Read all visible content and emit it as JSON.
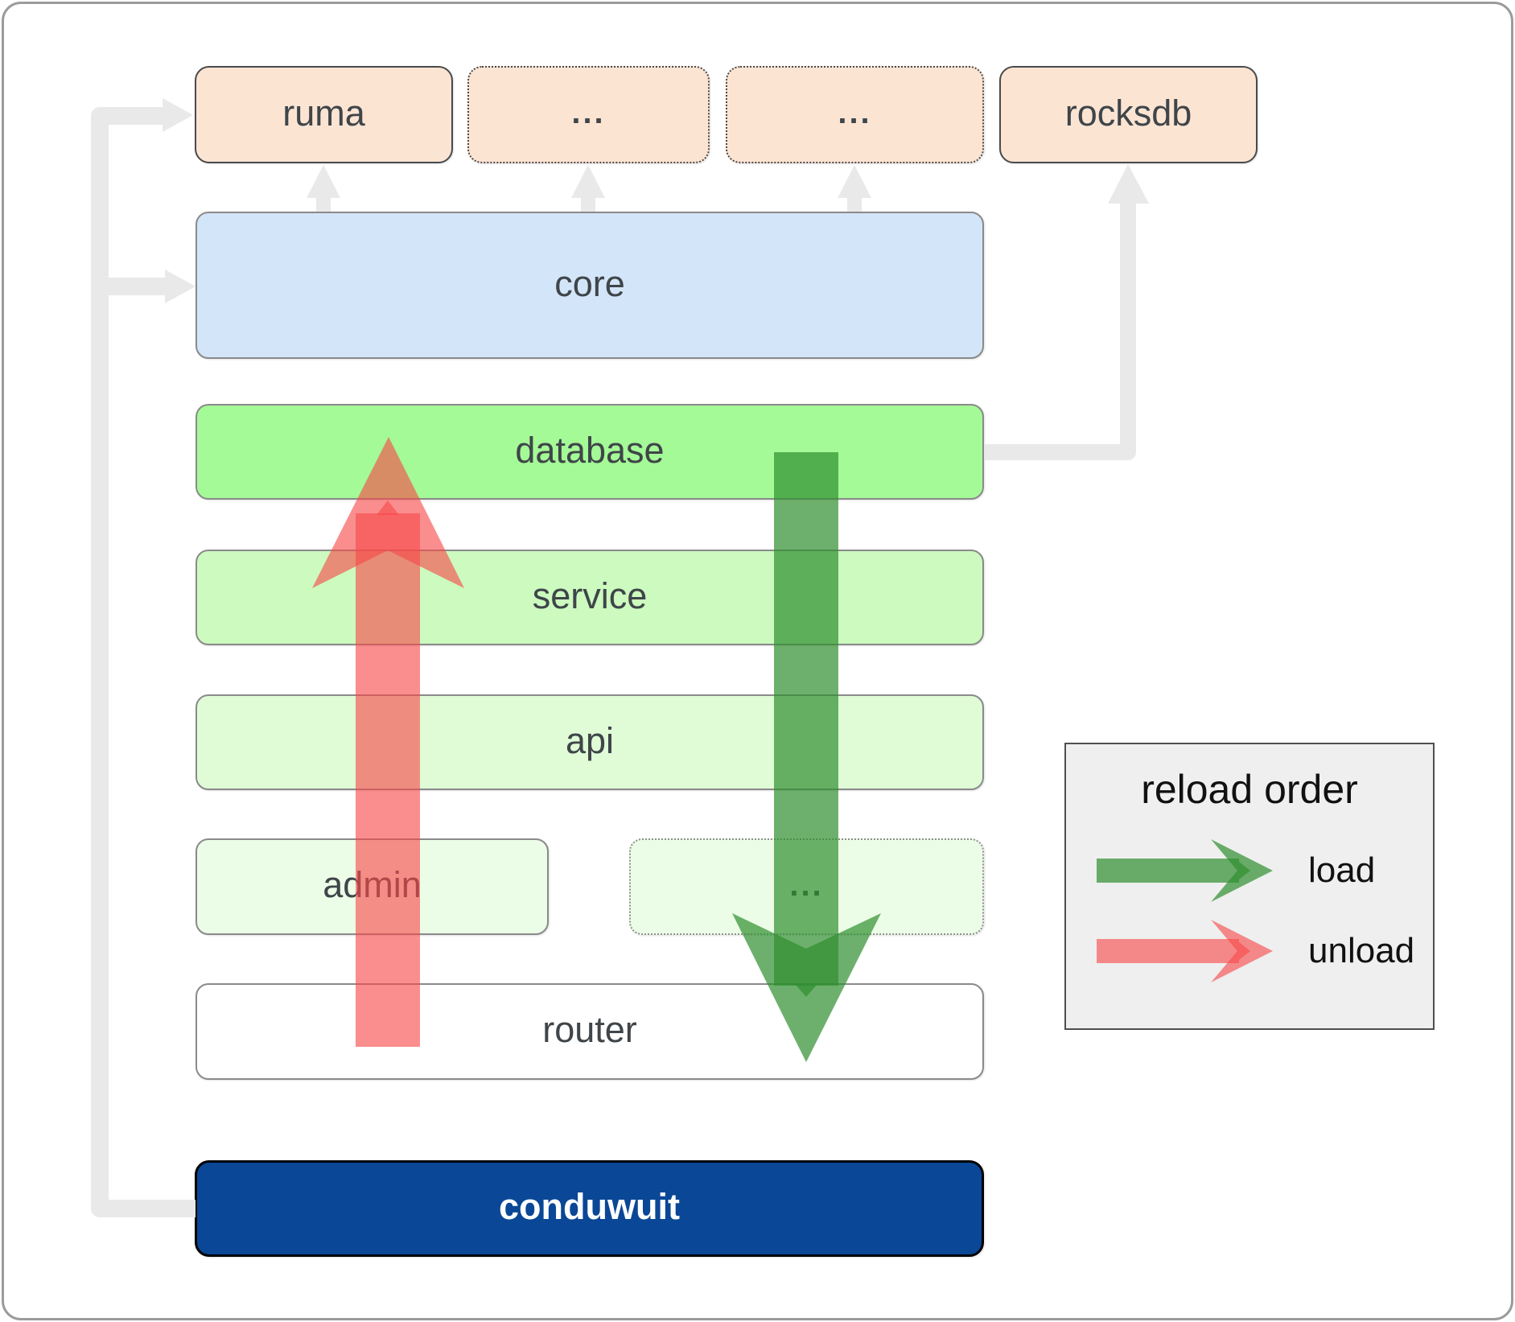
{
  "nodes": {
    "ruma": {
      "label": "ruma"
    },
    "deps_more_1": {
      "label": "..."
    },
    "deps_more_2": {
      "label": "..."
    },
    "rocksdb": {
      "label": "rocksdb"
    },
    "core": {
      "label": "core"
    },
    "database": {
      "label": "database"
    },
    "service": {
      "label": "service"
    },
    "api": {
      "label": "api"
    },
    "admin": {
      "label": "admin"
    },
    "services_more": {
      "label": "..."
    },
    "router": {
      "label": "router"
    },
    "conduwuit": {
      "label": "conduwuit"
    }
  },
  "legend": {
    "title": "reload order",
    "items": [
      {
        "label": "load",
        "arrow": "green-right-arrow"
      },
      {
        "label": "unload",
        "arrow": "red-right-arrow"
      }
    ]
  },
  "arrows": {
    "load": {
      "direction": "down",
      "from": "database",
      "to": "router"
    },
    "unload": {
      "direction": "up",
      "from": "router",
      "to": "database"
    }
  },
  "colors": {
    "peach-fill": "#fce4d3",
    "peach-border": "#4a4a4a",
    "box-border": "#8a8a8a",
    "core-fill": "#d3e5f8",
    "database-fill": "#a4fa96",
    "service-fill": "#ccfabf",
    "api-fill": "#dffcd7",
    "faint-green-fill": "#ecfde7",
    "router-fill": "#ffffff",
    "conduwuit-fill": "#0a4796",
    "conduwuit-text": "#ffffff",
    "label-text": "#3f4549",
    "connector-gray": "#e9e9e9",
    "load-arrow": "rgba(47,143,47,0.70)",
    "unload-arrow": "rgba(247,72,72,0.62)",
    "legend-bg": "#efefef",
    "legend-border": "#4f4f4f",
    "legend-text": "#111111",
    "frame-border": "#9b9b9b",
    "page-bg": "#ffffff"
  }
}
